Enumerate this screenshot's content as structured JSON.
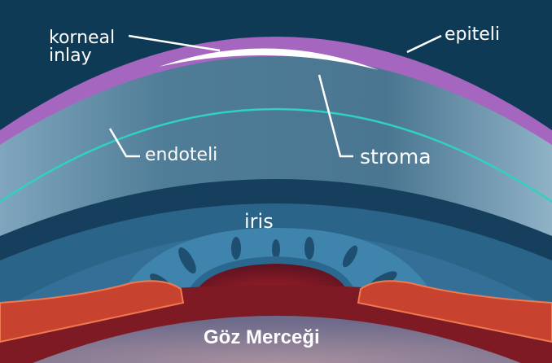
{
  "labels": {
    "corneal_inlay": [
      "korneal",
      "inlay"
    ],
    "epithelium": "epiteli",
    "endothelium": "endoteli",
    "stroma": "stroma",
    "iris": "iris",
    "lens": "Göz Merceği"
  },
  "colors": {
    "background": "#0f3a56",
    "epithelium": "#a566c0",
    "stroma": "#5f8aa3",
    "endothelium_line": "#2fd1c3",
    "iris": "#2f6e95",
    "ciliary": "#c8432f",
    "lens": "#8a7a95"
  }
}
